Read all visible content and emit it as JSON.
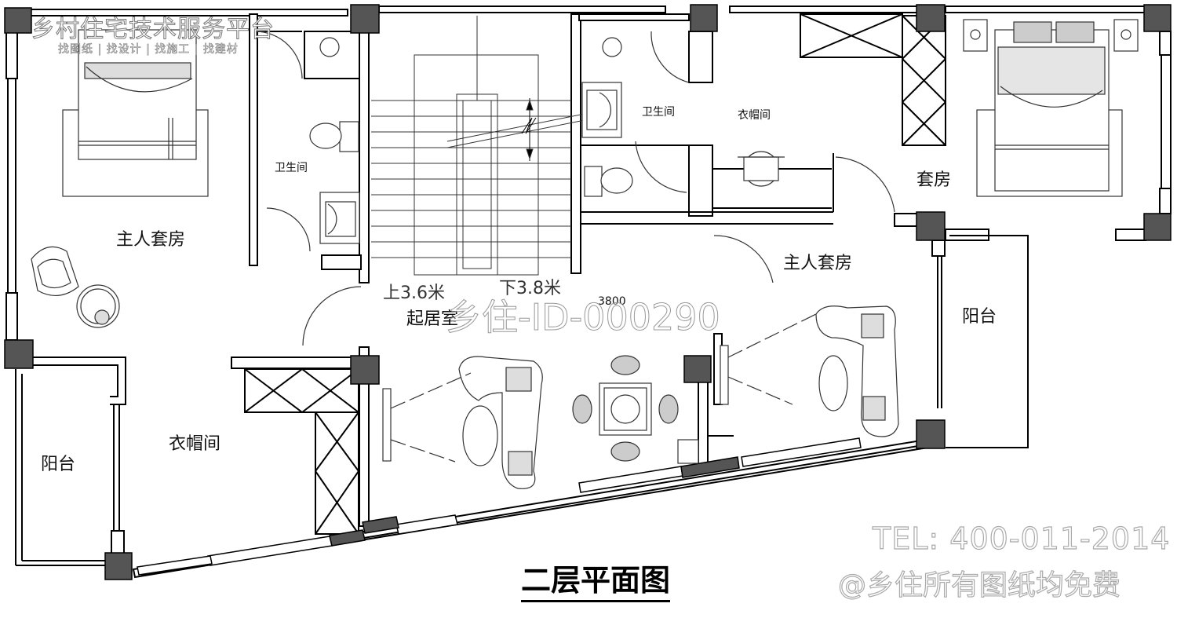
{
  "drawing": {
    "title": "二层平面图",
    "rooms": {
      "master_suite_left": "主人套房",
      "bath_left": "卫生间",
      "cloakroom_left": "衣帽间",
      "balcony_left": "阳台",
      "living_room": "起居室",
      "bath_right": "卫生间",
      "cloakroom_right": "衣帽间",
      "suite_right": "套房",
      "master_suite_right": "主人套房",
      "balcony_right": "阳台"
    },
    "annotations": {
      "stair_up": "上3.6米",
      "stair_down": "下3.8米",
      "dimension": "3800"
    }
  },
  "watermark": {
    "brand": "乡村住宅技术服务平台",
    "slogan": "找图纸 | 找设计 | 找施工 | 找建材",
    "id": "乡住-ID-000290",
    "tel": "TEL: 400-011-2014",
    "free": "@乡住所有图纸均免费"
  },
  "colors": {
    "wall": "#000000",
    "column": "#555555",
    "line": "#222222"
  }
}
